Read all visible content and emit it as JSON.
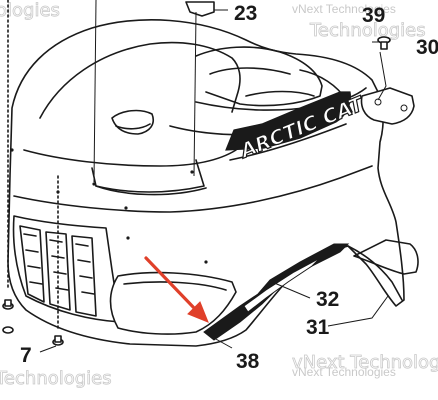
{
  "diagram": {
    "brand_logo": "ARCTIC CAT",
    "callouts": [
      {
        "id": "23",
        "label": "23"
      },
      {
        "id": "39",
        "label": "39"
      },
      {
        "id": "30",
        "label": "30"
      },
      {
        "id": "32",
        "label": "32"
      },
      {
        "id": "31",
        "label": "31"
      },
      {
        "id": "38",
        "label": "38"
      },
      {
        "id": "7",
        "label": "7"
      }
    ],
    "watermarks": {
      "top": "vNext Technologies",
      "bottom": "vNext Technologies",
      "top_outline": "Technologies",
      "bottom_left_outline": "Technologies",
      "bottom_right_outline": "vNext Technologies",
      "top_left_outline": "ologies"
    },
    "colors": {
      "ink": "#1a1a1a",
      "arrow": "#e0402a",
      "watermark": "#c9c9c9"
    }
  }
}
